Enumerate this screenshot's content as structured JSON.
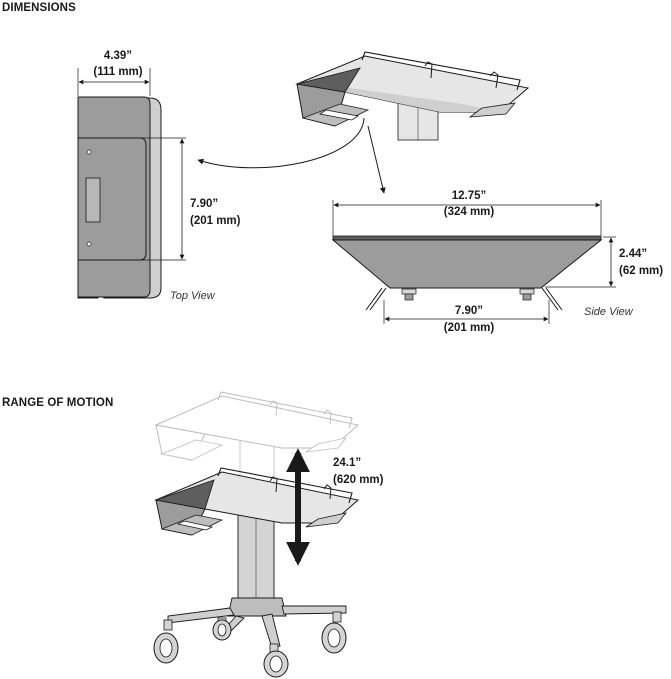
{
  "sections": {
    "dimensions": "DIMENSIONS",
    "range_of_motion": "RANGE OF MOTION"
  },
  "top_view": {
    "width_in": "4.39”",
    "width_mm": "(111 mm)",
    "height_in": "7.90”",
    "height_mm": "(201 mm)",
    "caption": "Top View"
  },
  "side_view": {
    "top_in": "12.75”",
    "top_mm": "(324 mm)",
    "depth_in": "2.44”",
    "depth_mm": "(62 mm)",
    "bottom_in": "7.90”",
    "bottom_mm": "(201 mm)",
    "caption": "Side View"
  },
  "motion": {
    "travel_in": "24.1”",
    "travel_mm": "(620 mm)"
  },
  "colors": {
    "tray_fill": "#9c9c9c",
    "tray_light": "#d8d8d8",
    "line": "#1a1a1a"
  }
}
